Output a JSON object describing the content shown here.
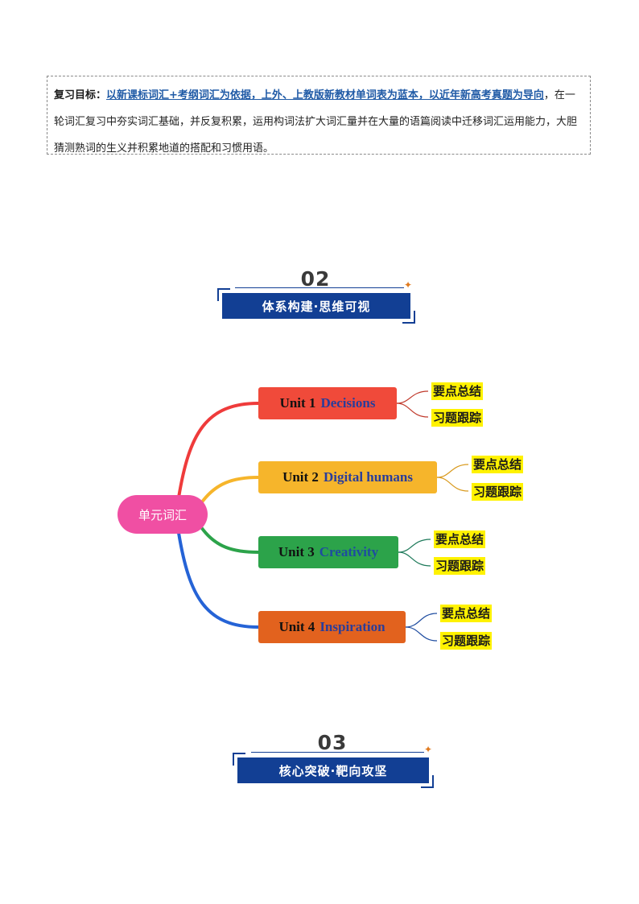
{
  "goal": {
    "label": "复习目标：",
    "highlight": "以新课标词汇+考纲词汇为依据，上外、上教版新教材单词表为蓝本，以近年新高考真题为导向",
    "rest": "，在一轮词汇复习中夯实词汇基础，并反复积累，运用构词法扩大词汇量并在大量的语篇阅读中迁移词汇运用能力，大胆猜测熟词的生义并积累地道的搭配和习惯用语。"
  },
  "section2": {
    "number": "02",
    "title": "体系构建·思维可视"
  },
  "section3": {
    "number": "03",
    "title": "核心突破·靶向攻坚"
  },
  "mindmap": {
    "root": "单元词汇",
    "units": [
      {
        "num": "Unit 1",
        "name": "Decisions",
        "color": "#f04a3a",
        "leaves": [
          "要点总结",
          "习题跟踪"
        ]
      },
      {
        "num": "Unit 2",
        "name": "Digital humans",
        "color": "#f6b52b",
        "leaves": [
          "要点总结",
          "习题跟踪"
        ]
      },
      {
        "num": "Unit 3",
        "name": "Creativity",
        "color": "#2ca34a",
        "leaves": [
          "要点总结",
          "习题跟踪"
        ]
      },
      {
        "num": "Unit 4",
        "name": "Inspiration",
        "color": "#e2621e",
        "leaves": [
          "要点总结",
          "习题跟踪"
        ]
      }
    ]
  },
  "colors": {
    "header_blue": "#123f94",
    "root_pink": "#f04fa3",
    "leaf_highlight": "#fff200"
  }
}
